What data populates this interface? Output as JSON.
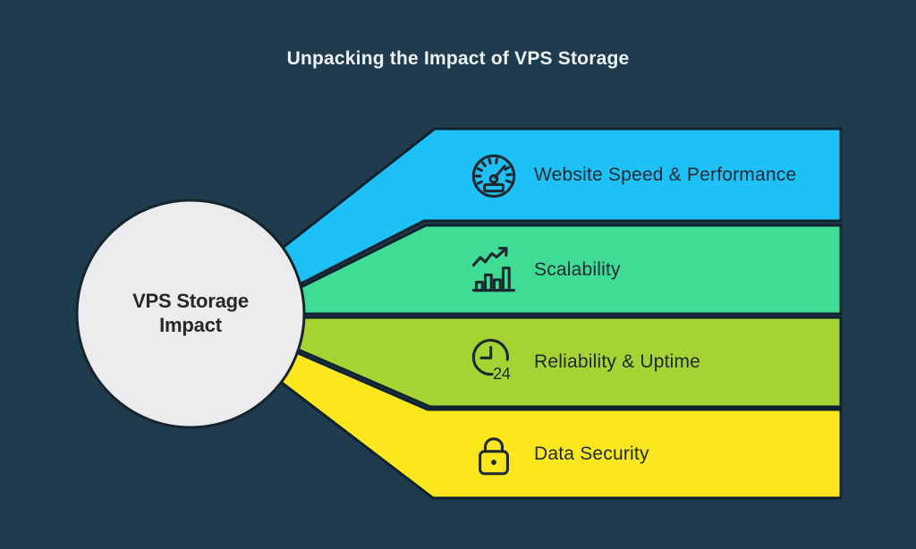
{
  "title": "Unpacking the Impact of VPS Storage",
  "center_circle": {
    "label": "VPS Storage Impact"
  },
  "colors": {
    "background": "#1f3c4e",
    "outline": "#10222e",
    "circle_fill": "#ececee",
    "title_text": "#edf2f4",
    "band_text": "#1d2930"
  },
  "bands": [
    {
      "label": "Website Speed & Performance",
      "color": "#1ec1f7",
      "icon": "speedometer-icon"
    },
    {
      "label": "Scalability",
      "color": "#3edc95",
      "icon": "growth-chart-icon"
    },
    {
      "label": "Reliability & Uptime",
      "color": "#a6d334",
      "icon": "clock-24-icon",
      "icon_text": "24"
    },
    {
      "label": "Data Security",
      "color": "#fce71e",
      "icon": "padlock-icon"
    }
  ]
}
